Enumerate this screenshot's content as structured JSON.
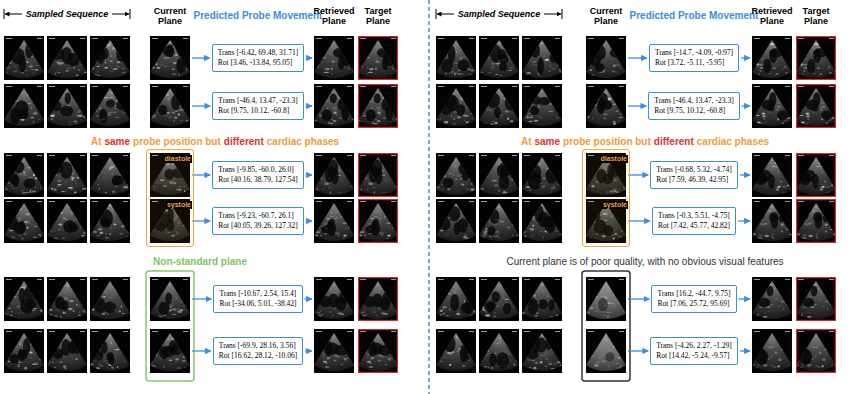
{
  "diagram": {
    "nodes": [
      {
        "text": [
          "Trans [-6.42, 69.48, 31.71]",
          "Rot [3.46, -13.84, 95.05]"
        ]
      },
      {
        "text": [
          "Trans [-46.4, 13.47, -23.3]",
          "Rot [9.75, 10.12, -60.8]"
        ]
      },
      {
        "text": [
          "diastole",
          "systole"
        ]
      },
      {
        "text": [
          "Trans [-9.85, -60.0, 26.0]",
          "Rot [40.16, 38.79, 127.54]"
        ]
      },
      {
        "text": [
          "Trans [-9.23, -60.7, 26.1]",
          "Rot [40.05, 39.26, 127.32]"
        ]
      },
      {
        "text": [
          "Trans [-10.67, 2.54, 15.4]",
          "Rot [-34.06, 5.01, -38.42]"
        ]
      },
      {
        "text": [
          "Trans [-69.9, 28.16, 3.56]",
          "Rot [16.62, 28.12, -10.06]"
        ]
      },
      {
        "text": [
          "Trans [-14.7, -4.09, -0.97]",
          "Rot [3.72, -5.11, -5.95]"
        ]
      },
      {
        "text": [
          "Trans [-46.4, 13.47, -23.3]",
          "Rot [9.75, 10.12, -60.8]"
        ]
      },
      {
        "text": [
          "diastole",
          "systole"
        ]
      },
      {
        "text": [
          "Trans [-0.68, 5.32, -4.74]",
          "Rot [7.59, 46.39, 42.95]"
        ]
      },
      {
        "text": [
          "Trans [-0.3, 5.51, -4.75]",
          "Rot [7.42, 45.77, 42.82]"
        ]
      },
      {
        "text": [
          "Trans [16.2, -44.7, 9.75]",
          "Rot [7.06, 25.72, 95.69]"
        ]
      },
      {
        "text": [
          "Trans [-4.26, 2.27, -1.29]",
          "Rot [14.42, -5.24, -9.57]"
        ]
      }
    ],
    "labels": [
      "Sampled Sequence",
      "Current Plane",
      "Predicted Probe Movement",
      "Retrieved Plane",
      "Target Plane",
      "Sampled Sequence",
      "Current Plane",
      "Predicted Probe Movement",
      "Retrieved Plane",
      "Target Plane",
      "At",
      "same",
      "probe position but",
      "different",
      "cardiac phases",
      "At",
      "same",
      "probe position but",
      "different",
      "cardiac phases",
      "Non-standard plane",
      "Current plane is of poor quality, with no obvious visual features"
    ]
  }
}
